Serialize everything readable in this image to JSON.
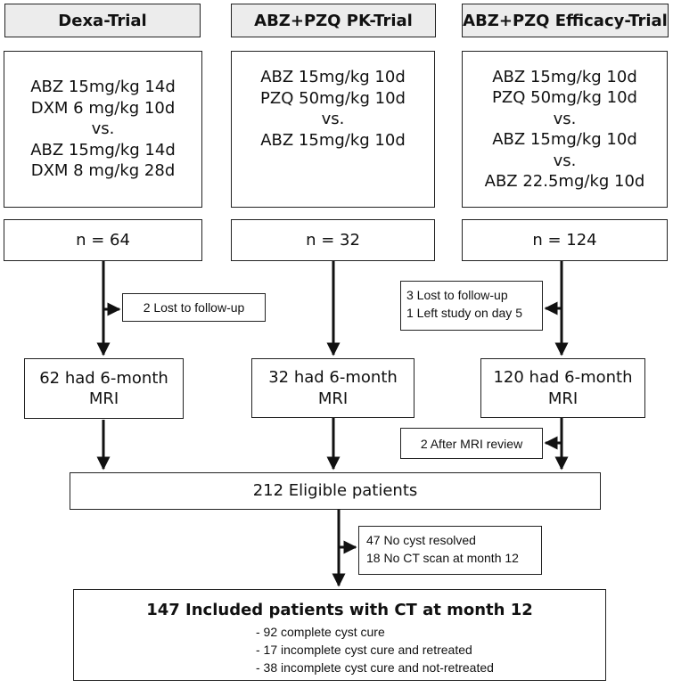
{
  "columns": [
    {
      "header": "Dexa-Trial",
      "arms": [
        "ABZ 15mg/kg 14d",
        "DXM 6 mg/kg 10d",
        "vs.",
        "ABZ 15mg/kg 14d",
        "DXM 8 mg/kg 28d"
      ],
      "n": "n = 64",
      "exclusion": [
        "2 Lost to follow-up"
      ],
      "mri": [
        "62 had 6-month",
        "MRI"
      ]
    },
    {
      "header": "ABZ+PZQ PK-Trial",
      "arms": [
        "ABZ 15mg/kg 10d",
        "PZQ 50mg/kg 10d",
        "vs.",
        "ABZ 15mg/kg 10d"
      ],
      "n": "n = 32",
      "mri": [
        "32 had 6-month",
        "MRI"
      ]
    },
    {
      "header": "ABZ+PZQ Efficacy-Trial",
      "arms": [
        "ABZ 15mg/kg 10d",
        "PZQ 50mg/kg 10d",
        "vs.",
        "ABZ 15mg/kg 10d",
        "vs.",
        "ABZ 22.5mg/kg 10d"
      ],
      "n": "n = 124",
      "exclusion": [
        "3 Lost to follow-up",
        "1 Left study on day 5"
      ],
      "mri": [
        "120 had 6-month",
        "MRI"
      ],
      "post_mri_exclusion": [
        "2 After MRI review"
      ]
    }
  ],
  "eligible": "212 Eligible patients",
  "eligible_exclusion": [
    "47 No cyst resolved",
    "18 No CT scan at month 12"
  ],
  "final": {
    "title": "147 Included patients with CT at month 12",
    "items": [
      "- 92 complete cyst cure",
      "- 17 incomplete cyst cure and retreated",
      "- 38 incomplete cyst cure and not-retreated"
    ]
  }
}
